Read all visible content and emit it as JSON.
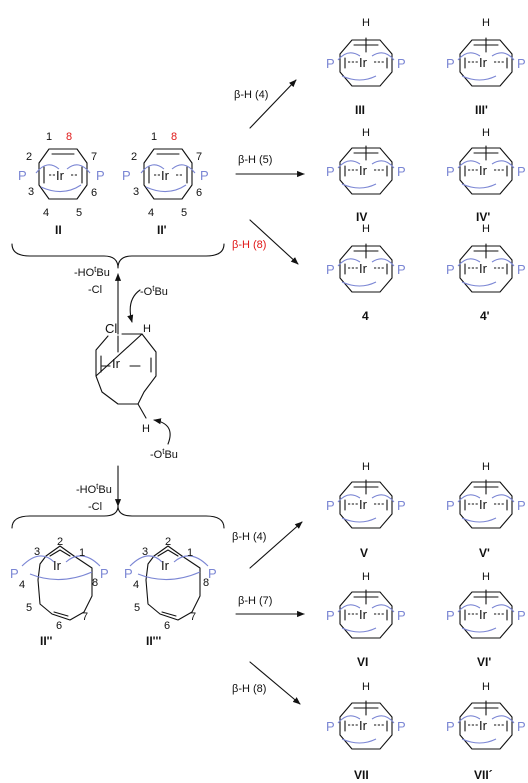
{
  "colors": {
    "ink": "#111111",
    "phosphine": "#7b86d4",
    "highlight": "#e01818"
  },
  "atoms": {
    "h": "H",
    "ir": "Ir",
    "p": "P",
    "cl": "Cl"
  },
  "top": {
    "labels": [
      "II",
      "II'"
    ],
    "numbers": {
      "n1": "1",
      "n2": "2",
      "n3": "3",
      "n4": "4",
      "n5": "5",
      "n6": "6",
      "n7": "7",
      "n8": "8"
    },
    "arrows": [
      "β-H (4)",
      "β-H (5)",
      "β-H (8)"
    ],
    "products": [
      "III",
      "III'",
      "IV",
      "IV'",
      "4",
      "4'"
    ]
  },
  "reagents": {
    "hotbu_1": "-HO",
    "hotbu_1_sup": "t",
    "hotbu_1_b": "Bu",
    "cl_1": "-Cl",
    "otbu_1": "-O",
    "otbu_1_sup": "t",
    "otbu_1_b": "Bu",
    "otbu_2": "-O",
    "otbu_2_sup": "t",
    "otbu_2_b": "Bu",
    "hotbu_2": "-HO",
    "hotbu_2_sup": "t",
    "hotbu_2_b": "Bu",
    "cl_2": "-Cl"
  },
  "bottom": {
    "labels": [
      "II''",
      "II'''"
    ],
    "numbers": {
      "n1": "1",
      "n2": "2",
      "n3": "3",
      "n4": "4",
      "n5": "5",
      "n6": "6",
      "n7": "7",
      "n8": "8"
    },
    "arrows": [
      "β-H (4)",
      "β-H (7)",
      "β-H (8)"
    ],
    "products": [
      "V",
      "V'",
      "VI",
      "VI'",
      "VII",
      "VII´"
    ]
  }
}
